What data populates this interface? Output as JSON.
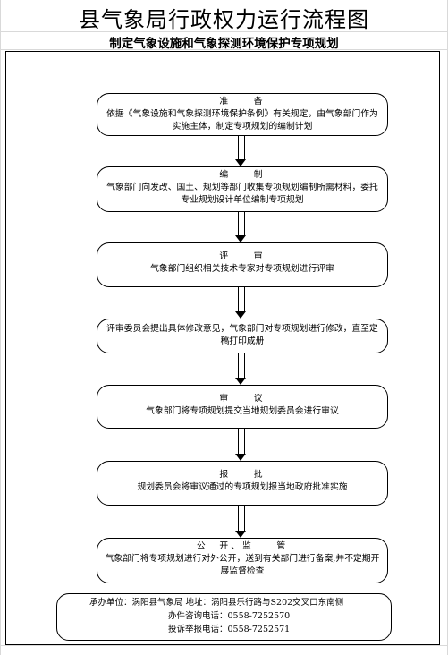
{
  "title": "县气象局行政权力运行流程图",
  "subtitle": "制定气象设施和气象探测环境保护专项规划",
  "steps": [
    {
      "head": "准　　备",
      "body": "依据《气象设施和气象探测环境保护条例》有关规定，由气象部门作为实施主体，制定专项规划的编制计划"
    },
    {
      "head": "编　　制",
      "body": "气象部门向发改、国土、规划等部门收集专项规划编制所需材料，委托专业规划设计单位编制专项规划"
    },
    {
      "head": "评　　审",
      "body": "气象部门组织相关技术专家对专项规划进行评审"
    },
    {
      "head": "",
      "body": "评审委员会提出具体修改意见，气象部门对专项规划进行修改，直至定稿打印成册"
    },
    {
      "head": "审　　议",
      "body": "气象部门将专项规划提交当地规划委员会进行审议"
    },
    {
      "head": "报　　批",
      "body": "规划委员会将审议通过的专项规划报当地政府批准实施"
    },
    {
      "head": "公　开、监　　管",
      "body": "气象部门将专项规划进行对外公开，送到有关部门进行备案,并不定期开展监督检查"
    }
  ],
  "footer": {
    "line1": "承办单位：涡阳县气象局  地址：涡阳县乐行路与S202交叉口东南侧",
    "line2": "办件咨询电话：0558-7252570",
    "line3": "投诉举报电话：0558-7252571"
  }
}
